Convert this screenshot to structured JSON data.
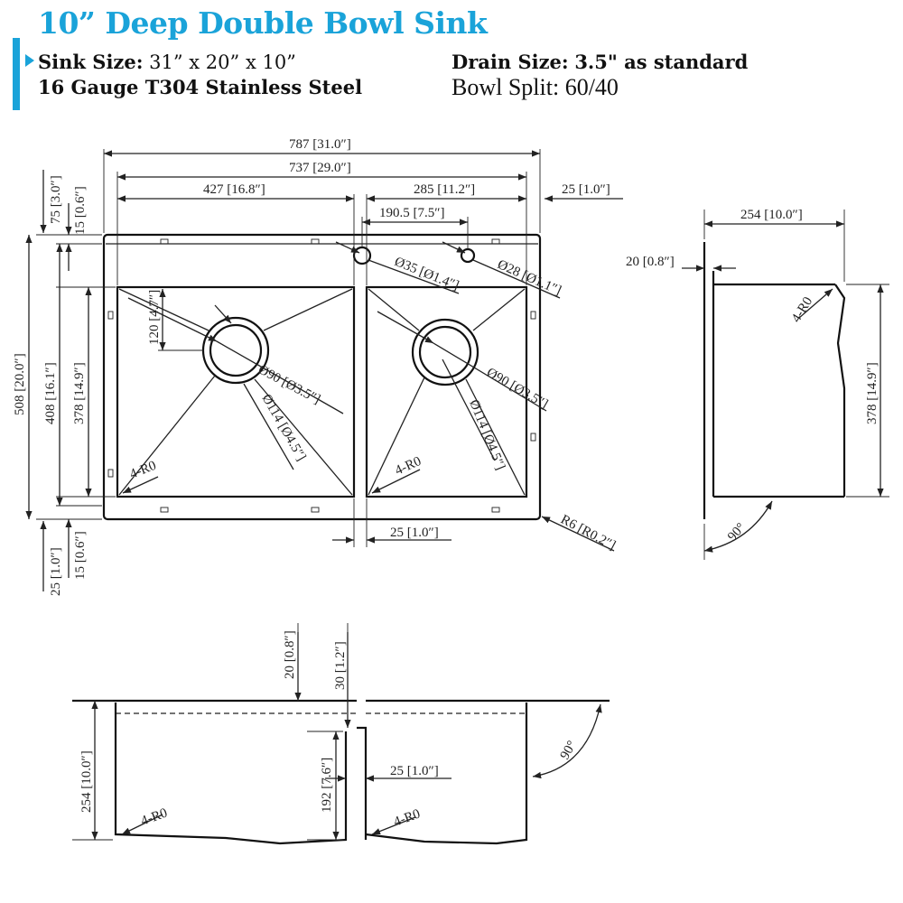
{
  "header": {
    "title": "10” Deep Double Bowl Sink",
    "sink_size_label": "Sink Size:",
    "sink_size_value": "31” x 20” x 10”",
    "material": "16 Gauge T304 Stainless Steel",
    "drain_size_label": "Drain Size:",
    "drain_size_value": "3.5\" as standard",
    "bowl_split": "Bowl Split: 60/40",
    "accent_color": "#1aa3d9"
  },
  "top_view": {
    "overall_width": "787 [31.0″]",
    "inner_width": "737 [29.0″]",
    "left_bowl_width": "427 [16.8″]",
    "right_bowl_width": "285 [11.2″]",
    "right_margin": "25 [1.0″]",
    "faucet_spacing": "190.5 [7.5″]",
    "top_margin": "75 [3.0″]",
    "deck_depth": "15 [0.6″]",
    "overall_depth": "508 [20.0″]",
    "inner_depth": "408 [16.1″]",
    "bowl_depth": "378 [14.9″]",
    "drain_offset": "120 [4.7″]",
    "bottom_margin": "25 [1.0″]",
    "bottom_deck": "15 [0.6″]",
    "divider_width": "25 [1.0″]",
    "faucet_hole_1": "Ø35 [Ø1.4″]",
    "faucet_hole_2": "Ø28 [Ø1.1″]",
    "drain_dia_left": "Ø90 [Ø3.5″]",
    "flange_dia_left": "Ø114 [Ø4.5″]",
    "drain_dia_right": "Ø90 [Ø3.5″]",
    "flange_dia_right": "Ø114 [Ø4.5″]",
    "corner_radius_left": "4-R0",
    "corner_radius_right": "4-R0",
    "outer_radius": "R6 [R0.2″]"
  },
  "side_view": {
    "depth": "254 [10.0″]",
    "flange": "20 [0.8″]",
    "corner_radius": "4-R0",
    "bowl_depth": "378 [14.9″]",
    "angle": "90°"
  },
  "front_view": {
    "flange": "20 [0.8″]",
    "divider_drop": "30 [1.2″]",
    "depth": "254 [10.0″]",
    "divider_height": "192 [7.6″]",
    "divider_width": "25 [1.0″]",
    "corner_radius_left": "4-R0",
    "corner_radius_right": "4-R0",
    "angle": "90°"
  }
}
